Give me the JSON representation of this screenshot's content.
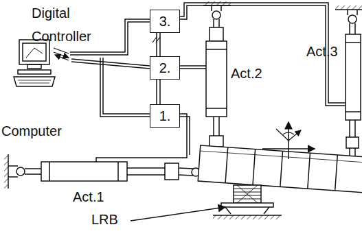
{
  "diagram": {
    "nodes": [
      {
        "text": [
          "3."
        ]
      },
      {
        "text": [
          "2."
        ]
      },
      {
        "text": [
          "1."
        ]
      }
    ],
    "edges": [
      {
        "from": 0,
        "to": 1,
        "arrow": "none"
      },
      {
        "from": 1,
        "to": 2,
        "arrow": "none"
      }
    ],
    "labels": [
      "Digital Controller",
      "Computer",
      "Act.1",
      "Act.2",
      "Act.3",
      "LRB"
    ]
  }
}
